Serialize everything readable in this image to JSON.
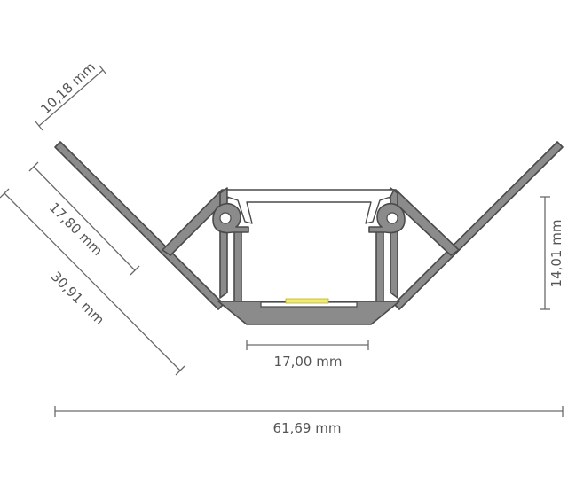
{
  "dimensions": {
    "top_edge": "10,18 mm",
    "inner_leg": "17,80 mm",
    "outer_leg": "30,91 mm",
    "height": "14,01 mm",
    "channel_width": "17,00 mm",
    "total_width": "61,69 mm"
  },
  "colors": {
    "profile_fill": "#8b8b8b",
    "outline": "#4a4a4a",
    "led": "#f2ec6a",
    "dimension_text": "#555555"
  }
}
